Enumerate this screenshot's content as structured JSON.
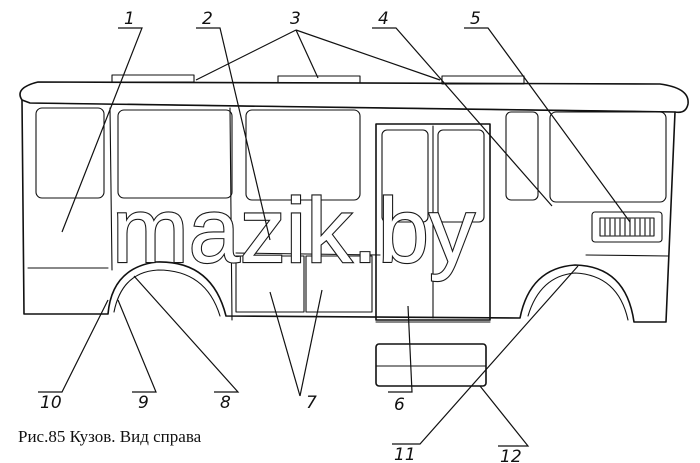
{
  "caption": "Рис.85 Кузов. Вид справа",
  "watermark": "mazik.by",
  "callouts": [
    "1",
    "2",
    "3",
    "4",
    "5",
    "6",
    "7",
    "8",
    "9",
    "10",
    "11",
    "12"
  ]
}
